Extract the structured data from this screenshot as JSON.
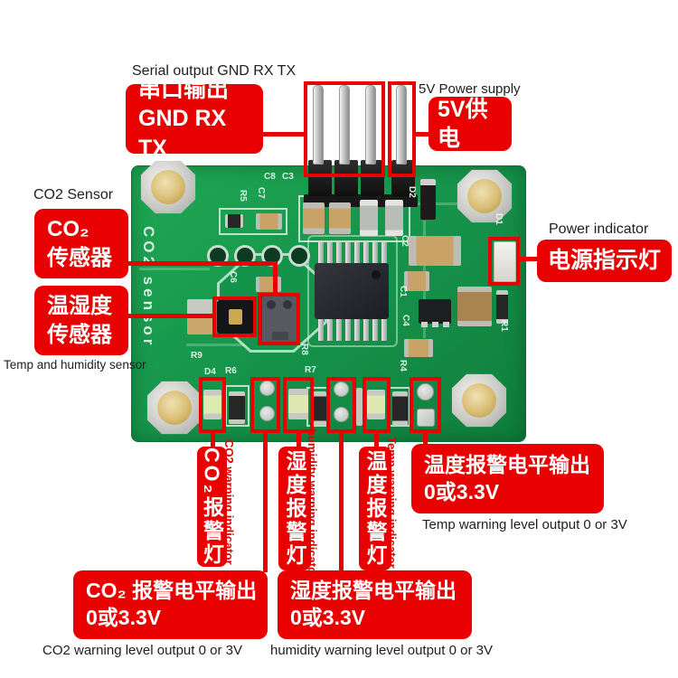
{
  "colors": {
    "annotation_red": "#e90000",
    "pcb_green": "#15914a",
    "label_text": "#ffffff",
    "caption_text": "#1e1e1e",
    "silkscreen": "#eaf6ec"
  },
  "annotations": {
    "serial": {
      "caption": "Serial output GND RX TX",
      "label_line1": "串口输出",
      "label_line2": "GND RX TX"
    },
    "power_5v": {
      "caption": "5V Power supply",
      "label": "5V供电"
    },
    "co2_sensor": {
      "caption": "CO2 Sensor",
      "label_line1": "CO₂",
      "label_line2": "传感器"
    },
    "temp_humidity_sensor": {
      "label_line1": "温湿度",
      "label_line2": "传感器",
      "caption": "Temp and humidity sensor"
    },
    "power_indicator": {
      "caption": "Power indicator",
      "label": "电源指示灯"
    },
    "co2_warning_led": {
      "label": "CO₂报警灯",
      "note": "CO2 warning indicator"
    },
    "humidity_warning_led": {
      "label": "湿度报警灯",
      "note": "humidity warning indicator"
    },
    "temp_warning_led": {
      "label": "温度报警灯",
      "note": "Temp warning indicator"
    },
    "temp_warning_output": {
      "label_line1": "温度报警电平输出",
      "label_line2": "0或3.3V",
      "caption": "Temp warning level output 0 or 3V"
    },
    "co2_warning_output": {
      "label_line1": "CO₂ 报警电平输出",
      "label_line2": "0或3.3V",
      "caption": "CO2 warning level output 0 or 3V"
    },
    "humidity_warning_output": {
      "label_line1": "湿度报警电平输出",
      "label_line2": "0或3.3V",
      "caption": "humidity warning level output 0 or 3V"
    }
  },
  "board": {
    "silkscreen_side_text": "CO2 sensor",
    "refs": {
      "r5": "R5",
      "c7": "C7",
      "c8": "C8",
      "c3": "C3",
      "c6": "C6",
      "r8": "R8",
      "r6": "R6",
      "r7": "R7",
      "r9": "R9",
      "r4": "R4",
      "d4": "D4",
      "c2": "C2",
      "c1": "C1",
      "c4": "C4",
      "d2": "D2",
      "d1": "D1",
      "r1": "R1"
    }
  }
}
